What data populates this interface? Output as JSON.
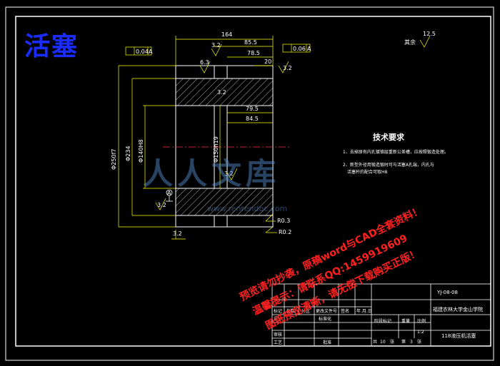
{
  "header": {
    "title": "活塞"
  },
  "tolerances": {
    "coaxiality": "0.04",
    "coaxiality_ref": "A",
    "parallelism": "0.06",
    "parallelism_ref": "A",
    "datum": "A"
  },
  "dimensions": {
    "d164": "164",
    "d85_5": "85.5",
    "d78_5": "78.5",
    "d20": "20",
    "d79_5": "79.5",
    "d84_5": "84.5",
    "dia250": "Φ250f7",
    "dia234": "Φ234",
    "dia140": "Φ140H8",
    "dia150": "Φ150h19",
    "r03": "R0.3",
    "r02": "R0.2"
  },
  "roughness": {
    "general": "12.5",
    "general_prefix": "其余",
    "r32": "3.2",
    "r63": "6.3"
  },
  "tech_requirements": {
    "heading": "技术要求",
    "item1": "1、去掉原有内孔镀铬层重新公差槽，应按照锻造处理。",
    "item2": "2、新型外径用锻造锻时可与活塞A孔端，内孔与",
    "item2b": "活塞杆的配合可取H8"
  },
  "title_block": {
    "drawing_no": "YJ-08-08",
    "university": "福建农林大学金山学院",
    "part_name": "118液压机活塞",
    "mark": "标记",
    "count": "处数",
    "zone": "分区",
    "change_doc": "更改文件号",
    "signature": "签名",
    "date": "年.月.日",
    "designer": "设计",
    "standardize": "标准化",
    "stage_mark": "阶段标记",
    "weight": "重量",
    "scale": "比例",
    "scale_val": "1:2",
    "checker": "审核",
    "process": "工艺",
    "approve": "批准",
    "total_sheets": "共",
    "sheets_val": "10",
    "sheet_unit": "张",
    "page": "第",
    "page_val": "3",
    "page_unit": "张"
  },
  "annotations": {
    "line1": "预览请勿抄袭，原稿word与CAD全套资料！",
    "line2": "温馨提示：请联系QQ:1459919609",
    "line3": "图纸预览清晰，请无偿下载购买正版！"
  },
  "watermark": {
    "text": "人人文库",
    "url": "www.renrendoc.com"
  },
  "colors": {
    "background": "#000000",
    "frame": "#ffffff",
    "hatch": "#ffffff",
    "dimension_lines": "#ffff00",
    "title": "#1a2cff",
    "annotation": "#ff2020",
    "centerline": "#ff3030"
  }
}
